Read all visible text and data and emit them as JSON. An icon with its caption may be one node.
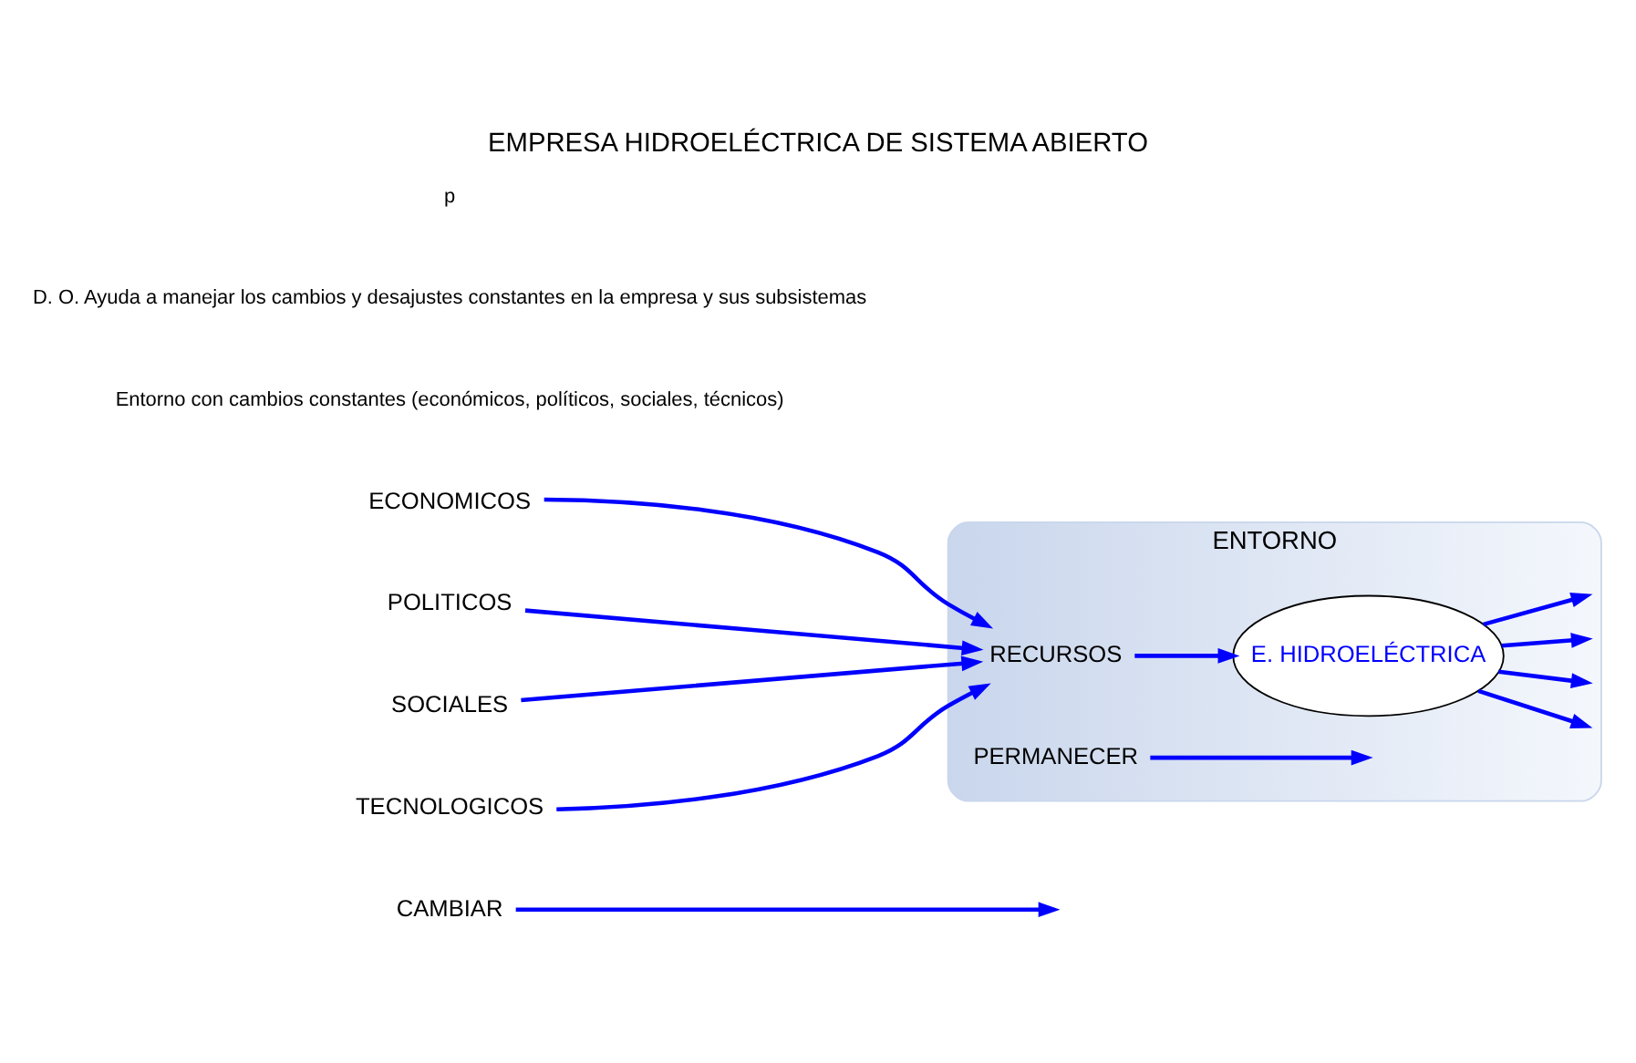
{
  "diagram": {
    "title": "EMPRESA HIDROELÉCTRICA DE SISTEMA ABIERTO",
    "nodes": [
      {
        "text": [
          "ENTORNO"
        ]
      },
      {
        "text": [
          "ECONOMICOS"
        ]
      },
      {
        "text": [
          "POLITICOS"
        ]
      },
      {
        "text": [
          "SOCIALES"
        ]
      },
      {
        "text": [
          "TECNOLOGICOS"
        ]
      },
      {
        "text": [
          "RECURSOS"
        ],
        "in": 0
      },
      {
        "text": [
          "E. HIDROELÉCTRICA"
        ],
        "in": 0
      },
      {
        "text": [
          "PERMANECER"
        ],
        "in": 0
      },
      {
        "text": [
          "CAMBIAR"
        ]
      }
    ],
    "edges": [
      {
        "from": 1,
        "to": 5,
        "arrow": "to"
      },
      {
        "from": 2,
        "to": 5,
        "arrow": "to"
      },
      {
        "from": 3,
        "to": 5,
        "arrow": "to"
      },
      {
        "from": 4,
        "to": 5,
        "arrow": "to"
      },
      {
        "from": 5,
        "to": 6,
        "arrow": "to"
      },
      {
        "from": 7,
        "to": null,
        "arrow": "to"
      },
      {
        "from": 8,
        "to": null,
        "arrow": "to"
      },
      {
        "from": 6,
        "to": null,
        "arrow": "to"
      },
      {
        "from": 6,
        "to": null,
        "arrow": "to"
      },
      {
        "from": 6,
        "to": null,
        "arrow": "to"
      },
      {
        "from": 6,
        "to": null,
        "arrow": "to"
      }
    ],
    "labels": [
      "Entorno con cambios constantes (económicos, políticos, sociales, técnicos)",
      "D. O. Ayuda a manejar los cambios y desajustes constantes en la empresa y sus subsistemas",
      "p"
    ]
  }
}
